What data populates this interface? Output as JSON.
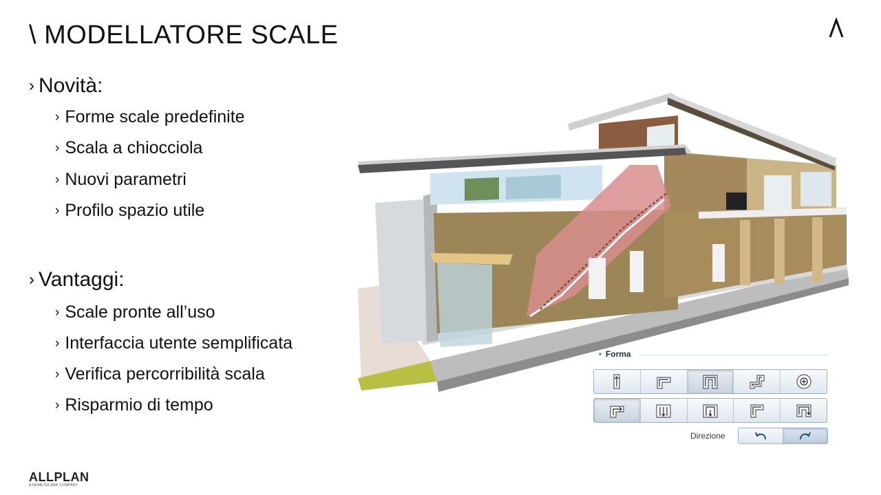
{
  "slide": {
    "title": "\\ MODELLATORE SCALE",
    "sections": [
      {
        "heading": "Novità:",
        "items": [
          "Forme scale predefinite",
          "Scala a chiocciola",
          "Nuovi parametri",
          "Profilo spazio utile"
        ]
      },
      {
        "heading": "Vantaggi:",
        "items": [
          "Scale pronte all’uso",
          "Interfaccia utente semplificata",
          "Verifica percorribilità scala",
          "Risparmio di tempo"
        ]
      }
    ],
    "chevron": "›"
  },
  "panel": {
    "forma_label": "Forma",
    "direzione_label": "Direzione",
    "row1_icons": [
      "straight-stair-icon",
      "l-shaped-stair-icon",
      "u-shaped-stair-icon",
      "z-shaped-stair-icon",
      "spiral-stair-icon"
    ],
    "row2_icons": [
      "l-landing-stair-icon",
      "double-u-stair-icon",
      "triple-u-stair-icon",
      "l-corner-stair-icon",
      "u-corner-stair-icon"
    ],
    "row1_selected": 2,
    "row2_selected": 0,
    "direction_icons": [
      "rotate-left-icon",
      "rotate-right-icon"
    ],
    "direction_selected": 1
  },
  "brand": {
    "name": "ALLPLAN",
    "sub": "A NEMETSCHEK COMPANY"
  },
  "colors": {
    "text": "#111111",
    "accent": "#6a8caa",
    "stair_highlight": "#d88d8d"
  }
}
